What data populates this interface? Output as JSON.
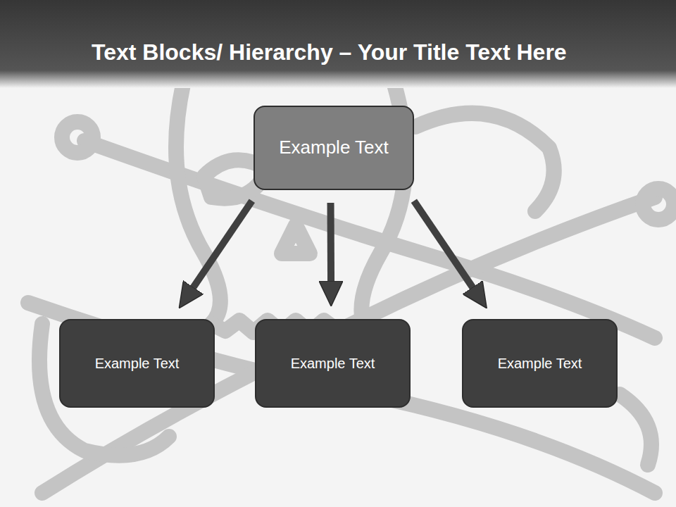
{
  "diagram": {
    "title": "Text Blocks/ Hierarchy – Your Title Text Here",
    "nodes": [
      {
        "text": [
          "Example Text"
        ]
      },
      {
        "text": [
          "Example Text"
        ]
      },
      {
        "text": [
          "Example Text"
        ]
      },
      {
        "text": [
          "Example Text"
        ]
      }
    ],
    "edges": [
      {
        "from": 0,
        "to": 1,
        "arrow": "to"
      },
      {
        "from": 0,
        "to": 2,
        "arrow": "to"
      },
      {
        "from": 0,
        "to": 3,
        "arrow": "to"
      }
    ]
  }
}
